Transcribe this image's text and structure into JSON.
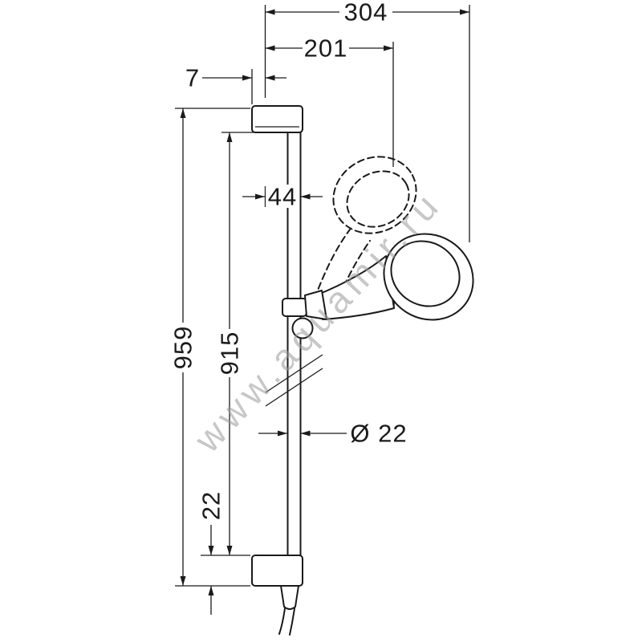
{
  "colors": {
    "background": "#ffffff",
    "line": "#1a1a1a",
    "watermark": "#9a9a9a"
  },
  "watermark": {
    "text": "www.aquamir.ru"
  },
  "drawing": {
    "dims": {
      "overall_width": "304",
      "head_offset": "201",
      "wall_gap": "7",
      "rail_offset": "44",
      "overall_height": "959",
      "hole_spacing": "915",
      "rail_diameter": "Ø 22",
      "bottom_offset": "22"
    }
  }
}
